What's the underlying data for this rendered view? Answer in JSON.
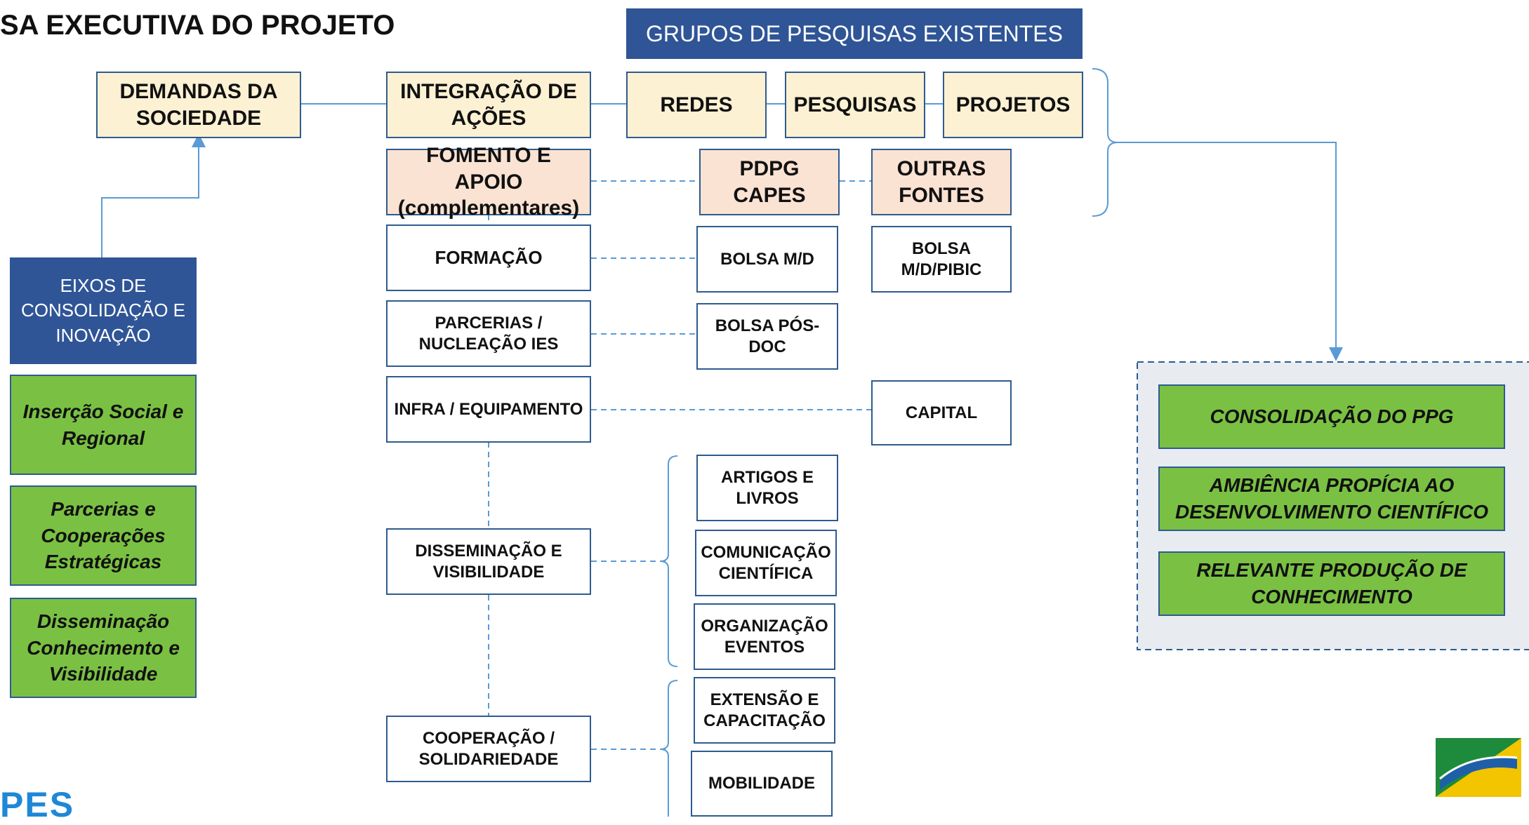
{
  "title": "SA EXECUTIVA DO PROJETO",
  "grupos_header": "GRUPOS DE PESQUISAS EXISTENTES",
  "row1": {
    "demandas": "DEMANDAS DA SOCIEDADE",
    "integracao": "INTEGRAÇÃO DE AÇÕES",
    "redes": "REDES",
    "pesquisas": "PESQUISAS",
    "projetos": "PROJETOS"
  },
  "row2": {
    "fomento": "FOMENTO E APOIO (complementares)",
    "pdpg": "PDPG CAPES",
    "outras": "OUTRAS FONTES"
  },
  "eixos": {
    "header": "EIXOS DE CONSOLIDAÇÃO E INOVAÇÃO",
    "items": [
      "Inserção Social e Regional",
      "Parcerias e Cooperações Estratégicas",
      "Disseminação Conhecimento e Visibilidade"
    ]
  },
  "actions": {
    "formacao": "FORMAÇÃO",
    "parcerias": "PARCERIAS / NUCLEAÇÃO IES",
    "infra": "INFRA / EQUIPAMENTO",
    "disseminacao": "DISSEMINAÇÃO E VISIBILIDADE",
    "cooperacao": "COOPERAÇÃO / SOLIDARIEDADE"
  },
  "resources": {
    "bolsa_md": "BOLSA M/D",
    "bolsa_md_pibic": "BOLSA M/D/PIBIC",
    "bolsa_posdoc": "BOLSA PÓS-DOC",
    "capital": "CAPITAL",
    "artigos": "ARTIGOS E LIVROS",
    "comunicacao": "COMUNICAÇÃO CIENTÍFICA",
    "organizacao": "ORGANIZAÇÃO EVENTOS",
    "extensao": "EXTENSÃO E CAPACITAÇÃO",
    "mobilidade": "MOBILIDADE"
  },
  "outcomes": [
    "CONSOLIDAÇÃO DO PPG",
    "AMBIÊNCIA PROPÍCIA AO DESENVOLVIMENTO CIENTÍFICO",
    "RELEVANTE PRODUÇÃO DE CONHECIMENTO"
  ],
  "logo_text": "PES",
  "colors": {
    "border": "#2e5b8f",
    "cream": "#fdf1d3",
    "peach": "#fae3d3",
    "dark_blue": "#2f5597",
    "green": "#7ac143",
    "connector": "#5b9bd5",
    "outcome_panel": "#e8ecf1"
  }
}
